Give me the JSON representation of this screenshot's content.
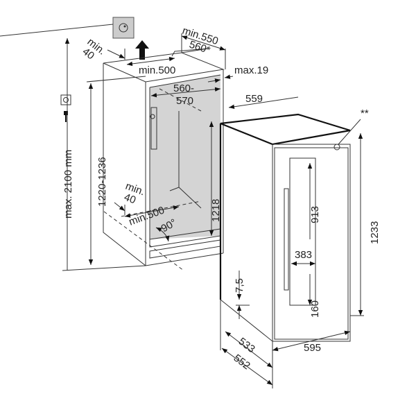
{
  "niche": {
    "top_depth_min": "min.550",
    "top_depth_alt": "560*",
    "top_gap_min_a": "min.",
    "top_gap_min_b": "40",
    "top_vent_width": "min.500",
    "side_gap": "max.19",
    "width_a": "560-",
    "width_b": "570",
    "total_height": "max. 2100 mm",
    "niche_height": "1220-1236",
    "bottom_gap_min_a": "min.",
    "bottom_gap_min_b": "40",
    "bottom_vent_width": "min.500",
    "angle": "90°",
    "inner_height": "1218"
  },
  "appliance": {
    "width_top": "559",
    "note": "**",
    "glass_height": "913",
    "glass_width": "383",
    "plinth_offset": "7,5",
    "glass_bottom": "160",
    "height": "1233",
    "depth_a": "533",
    "depth_b": "552",
    "width": "595"
  }
}
